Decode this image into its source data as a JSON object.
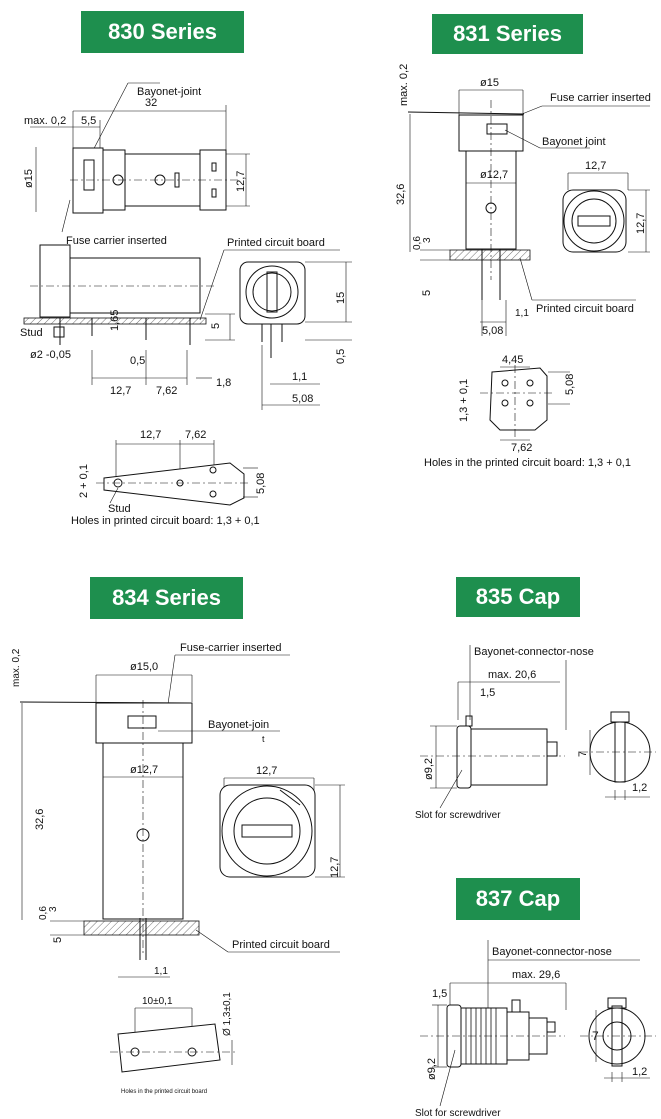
{
  "titles": {
    "s830": "830 Series",
    "s831": "831 Series",
    "s834": "834 Series",
    "c835": "835 Cap",
    "c837": "837 Cap"
  },
  "s830": {
    "bayonet": "Bayonet-joint",
    "d32": "32",
    "max": "max. 0,2",
    "d55": "5,5",
    "d15": "ø15",
    "d127v": "12,7",
    "fuse": "Fuse carrier inserted",
    "pcb": "Printed circuit board",
    "d165": "1,65",
    "d15b": "15",
    "d5": "5",
    "d05a": "0,5",
    "d05b": "0,5",
    "stud": "Stud",
    "d2": "ø2 -0,05",
    "d127h": "12,7",
    "d762": "7,62",
    "d18": "1,8",
    "d11": "1,1",
    "d508": "5,08",
    "h127": "12,7",
    "h762": "7,62",
    "h201": "2 + 0,1",
    "h508": "5,08",
    "hstud": "Stud",
    "holes": "Holes in printed circuit board:  1,3 + 0,1"
  },
  "s831": {
    "max": "max. 0,2",
    "d15": "ø15",
    "fuse": "Fuse carrier inserted",
    "bayonet": "Bayonet joint",
    "d326": "32,6",
    "d127d": "ø12,7",
    "d127h": "12,7",
    "d127v": "12,7",
    "d06": "0,6",
    "d3": "3",
    "d5": "5",
    "d11": "1,1",
    "pcb": "Printed circuit board",
    "d508": "5,08",
    "h445": "4,45",
    "h508": "5,08",
    "h13": "1,3 + 0,1",
    "h762": "7,62",
    "holes": "Holes in the printed circuit board:  1,3 + 0,1"
  },
  "s834": {
    "max": "max. 0,2",
    "fuse": "Fuse-carrier inserted",
    "d150": "ø15,0",
    "bayonet": "Bayonet-join",
    "bayonet_t": "t",
    "d127d": "ø12,7",
    "d326": "32,6",
    "d127h": "12,7",
    "d127v": "12,7",
    "d06": "0,6",
    "d3": "3",
    "d5": "5",
    "pcb": "Printed circuit board",
    "d11": "1,1",
    "h10": "10±0,1",
    "h13": "Ø 1,3±0,1",
    "holes": "Holes in the printed circuit board"
  },
  "c835": {
    "nose": "Bayonet-connector-nose",
    "max": "max. 20,6",
    "d15": "1,5",
    "d92": "ø9,2",
    "slot": "Slot for screwdriver",
    "d7": "7",
    "d12": "1,2"
  },
  "c837": {
    "nose": "Bayonet-connector-nose",
    "max": "max. 29,6",
    "d15": "1,5",
    "d92": "ø9,2",
    "slot": "Slot for screwdriver",
    "d7": "7",
    "d12": "1,2"
  }
}
